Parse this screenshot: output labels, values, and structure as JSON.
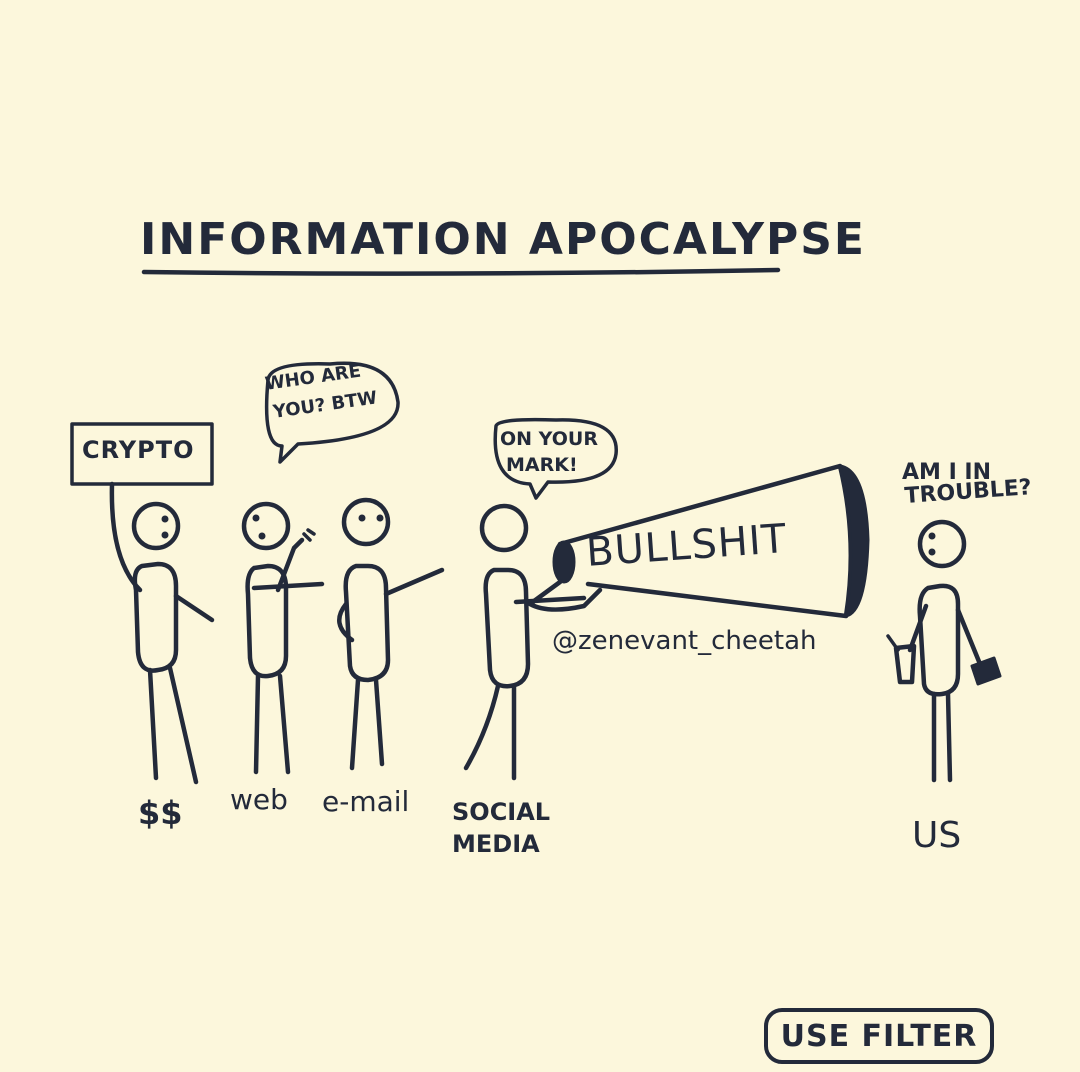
{
  "title": "INFORMATION APOCALYPSE",
  "characters": {
    "crypto": {
      "sign": "CRYPTO",
      "label": "$$"
    },
    "web": {
      "speech": [
        "WHO ARE",
        "YOU? BTW"
      ],
      "label": "web"
    },
    "email": {
      "label": "e-mail"
    },
    "social_media": {
      "speech": [
        "ON YOUR",
        "MARK!"
      ],
      "megaphone_text": "BULLSHIT",
      "label": [
        "SOCIAL",
        "MEDIA"
      ]
    },
    "us": {
      "thought": [
        "AM I IN",
        "TROUBLE?"
      ],
      "label": "US"
    }
  },
  "artist_handle": "@zenevant_cheetah",
  "filter_button": {
    "label": "USE FILTER"
  },
  "colors": {
    "background": "#fcf7dc",
    "ink": "#232a3a"
  }
}
